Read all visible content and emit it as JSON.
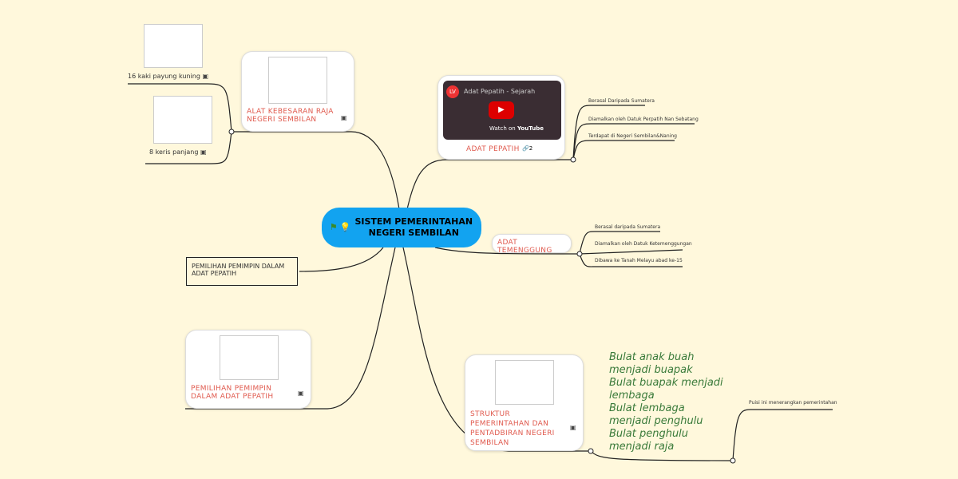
{
  "center": {
    "title": "SISTEM PEMERINTAHAN NEGERI SEMBILAN",
    "icons": [
      "flag-icon",
      "lightbulb-icon"
    ]
  },
  "alat": {
    "label": "ALAT KEBESARAN RAJA NEGERI SEMBILAN",
    "children": [
      "16 kaki payung kuning",
      "8 keris panjang"
    ]
  },
  "pepatih": {
    "label": "ADAT PEPATIH",
    "link_count": "2",
    "video": {
      "title": "Adat Pepatih - Sejarah",
      "watch": "Watch on",
      "brand": "YouTube",
      "channel": "LV"
    },
    "children": [
      "Berasal Daripada Sumatera",
      "Diamalkan oleh Datuk Perpatih Nan Sebatang",
      "Terdapat di Negeri Sembilan&Naning"
    ]
  },
  "temenggung": {
    "label": "ADAT TEMENGGUNG",
    "children": [
      "Berasal daripada Sumatera",
      "Diamalkan oleh Datuk Ketemenggungan",
      "Dibawa ke Tanah Melayu abad ke-15"
    ]
  },
  "pemilihan_box": {
    "label": "PEMILIHAN PEMIMPIN DALAM ADAT PEPATIH"
  },
  "pemilihan_card": {
    "label": "PEMILIHAN PEMIMPIN DALAM ADAT PEPATIH"
  },
  "struktur": {
    "label": "STRUKTUR PEMERINTAHAN DAN PENTADBIRAN NEGERI SEMBILAN",
    "poem": [
      "Bulat anak buah menjadi buapak",
      "Bulat buapak menjadi lembaga",
      "Bulat lembaga menjadi penghulu",
      "Bulat penghulu menjadi raja"
    ],
    "note": "Puisi ini menerangkan pemerintahan"
  }
}
